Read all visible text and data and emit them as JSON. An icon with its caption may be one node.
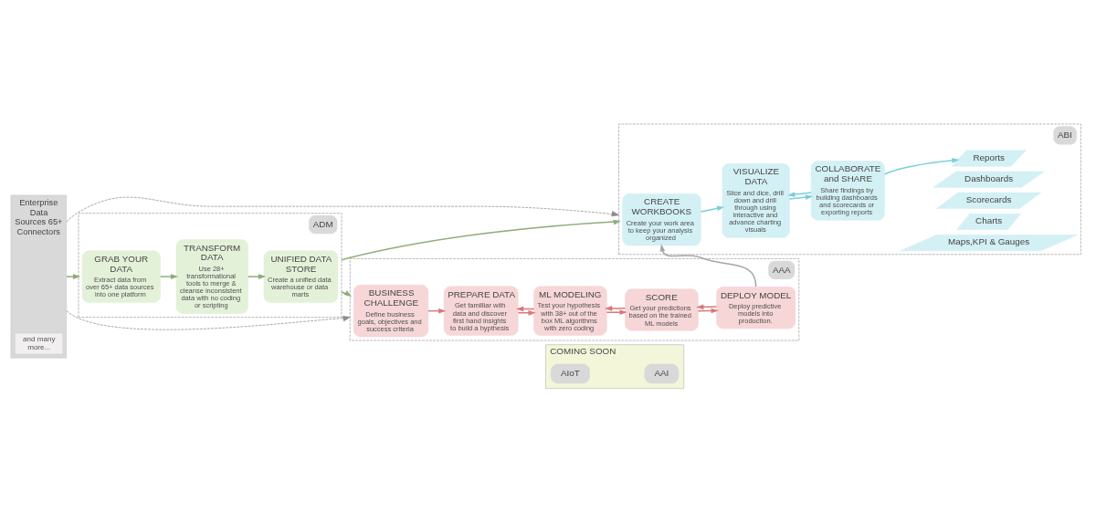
{
  "diagram": {
    "nodes": [
      {
        "text": [
          "Enterprise Data Sources 65+ Connectors",
          "and many more..."
        ]
      },
      {
        "text": [
          "ADM"
        ]
      },
      {
        "text": [
          "GRAB YOUR DATA",
          "Extract data from over 65+ data sources into one platform"
        ],
        "in": 1
      },
      {
        "text": [
          "TRANSFORM DATA",
          "Use 28+ transformational tools to merge & cleanse inconsistent data with no coding or scripting"
        ],
        "in": 1
      },
      {
        "text": [
          "UNIFIED DATA STORE",
          "Create a unified data warehouse or data marts"
        ],
        "in": 1
      },
      {
        "text": [
          "ABI"
        ]
      },
      {
        "text": [
          "CREATE WORKBOOKS",
          "Create your work area to keep your analysis organized"
        ],
        "in": 5
      },
      {
        "text": [
          "VISUALIZE DATA",
          "Slice and dice, drill down and drill through using interactive and advance charting visuals"
        ],
        "in": 5
      },
      {
        "text": [
          "COLLABORATE and SHARE",
          "Share findings by building dashboards and scorecards or exporting reports"
        ],
        "in": 5
      },
      {
        "text": [
          "Reports"
        ],
        "in": 5
      },
      {
        "text": [
          "Dashboards"
        ],
        "in": 5
      },
      {
        "text": [
          "Scorecards"
        ],
        "in": 5
      },
      {
        "text": [
          "Charts"
        ],
        "in": 5
      },
      {
        "text": [
          "Maps,KPI & Gauges"
        ],
        "in": 5
      },
      {
        "text": [
          "AAA"
        ]
      },
      {
        "text": [
          "BUSINESS CHALLENGE",
          "Define business goals, objectives and success criteria"
        ],
        "in": 14
      },
      {
        "text": [
          "PREPARE DATA",
          "Get familliar with data and discover first hand insights to build a hypthesis"
        ],
        "in": 14
      },
      {
        "text": [
          "ML MODELING",
          "Test your hypothesis with 38+ out of the box ML algorithms with zero coding"
        ],
        "in": 14
      },
      {
        "text": [
          "SCORE",
          "Get your predictions based on the trained ML models"
        ],
        "in": 14
      },
      {
        "text": [
          "DEPLOY MODEL",
          "Deploy predictive models into production."
        ],
        "in": 14
      },
      {
        "text": [
          "COMING SOON"
        ]
      },
      {
        "text": [
          "AIoT"
        ],
        "in": 20
      },
      {
        "text": [
          "AAI"
        ],
        "in": 20
      }
    ],
    "edges": [
      {
        "from": 0,
        "to": 5,
        "arrow": "to",
        "style": "dashed",
        "color": "#8c8c8c"
      },
      {
        "from": 0,
        "to": 1,
        "arrow": "to",
        "color": "#8fac7b"
      },
      {
        "from": 0,
        "to": 14,
        "arrow": "to",
        "style": "dashed",
        "color": "#8c8c8c"
      },
      {
        "from": 2,
        "to": 3,
        "arrow": "to",
        "color": "#8fac7b"
      },
      {
        "from": 3,
        "to": 4,
        "arrow": "to",
        "color": "#8fac7b"
      },
      {
        "from": 1,
        "to": 5,
        "arrow": "to",
        "color": "#8fac7b"
      },
      {
        "from": 1,
        "to": 14,
        "arrow": "to",
        "color": "#8fac7b"
      },
      {
        "from": 6,
        "to": 7,
        "arrow": "to",
        "color": "#7ccfda"
      },
      {
        "from": 7,
        "to": 8,
        "arrow": "to",
        "color": "#7ccfda"
      },
      {
        "from": 8,
        "to": 7,
        "arrow": "to",
        "color": "#7ccfda"
      },
      {
        "from": 8,
        "to": 9,
        "arrow": "to",
        "color": "#7ccfda"
      },
      {
        "from": 15,
        "to": 16,
        "arrow": "to"
      },
      {
        "from": 16,
        "to": 17,
        "arrow": "to"
      },
      {
        "from": 17,
        "to": 16,
        "arrow": "to"
      },
      {
        "from": 17,
        "to": 18,
        "arrow": "to"
      },
      {
        "from": 18,
        "to": 17,
        "arrow": "to"
      },
      {
        "from": 18,
        "to": 19,
        "arrow": "to"
      },
      {
        "from": 19,
        "to": 18,
        "arrow": "to"
      },
      {
        "from": 19,
        "to": 6,
        "arrow": "to",
        "color": "#a6a6a6"
      }
    ]
  }
}
